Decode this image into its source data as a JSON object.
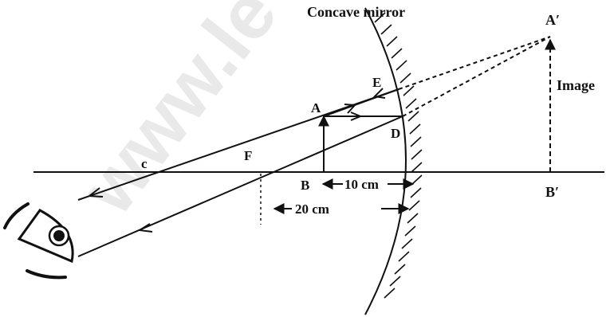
{
  "watermark": "www.le",
  "labels": {
    "mirror": "Concave mirror",
    "a_prime": "A′",
    "image": "Image",
    "e": "E",
    "a": "A",
    "d": "D",
    "c": "c",
    "f": "F",
    "b": "B",
    "b_prime": "B′",
    "dist_10": "10 cm",
    "dist_20": "20 cm"
  }
}
